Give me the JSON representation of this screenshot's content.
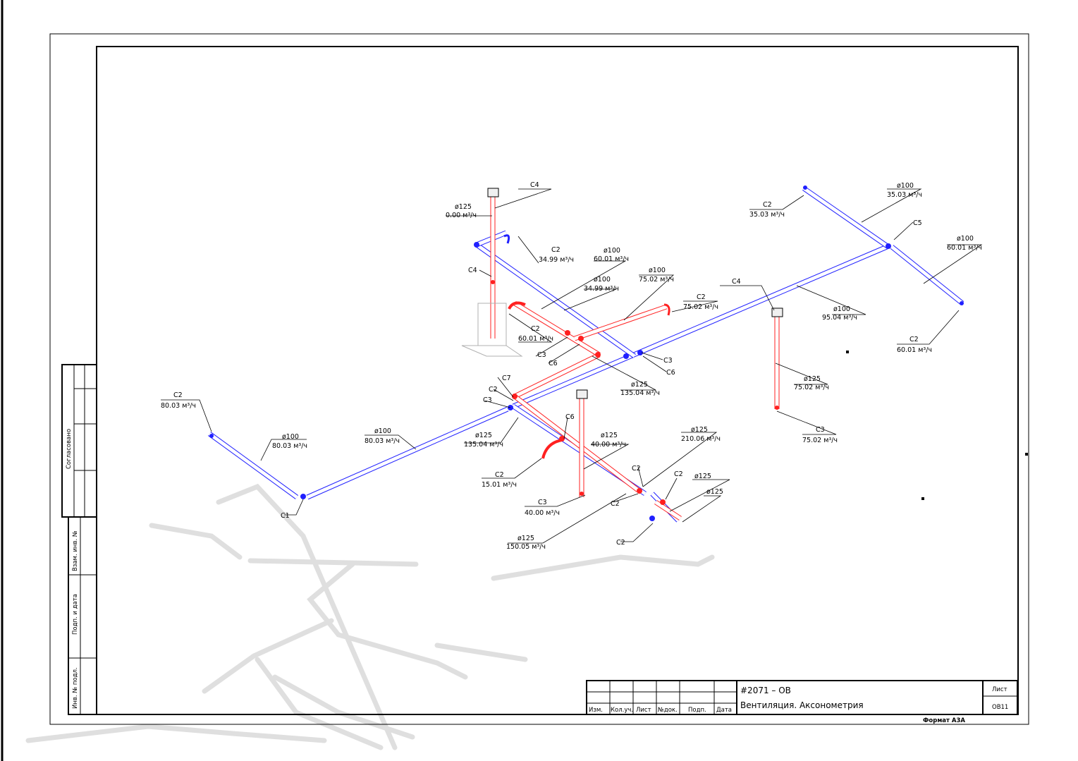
{
  "colors": {
    "supply": "#ff2020",
    "exhaust": "#2020ff",
    "frame": "#000000",
    "shadow": "#d9d9d9"
  },
  "side_stamp": {
    "agreed": "Согласовано",
    "replaced_inv": "Взам. инв. №",
    "sign_date": "Подп. и дата",
    "inv_orig": "Инв. № подл."
  },
  "title_block": {
    "headers": [
      "Изм.",
      "Кол.уч.",
      "Лист",
      "№док.",
      "Подп.",
      "Дата"
    ],
    "project_code": "#2071 – ОВ",
    "drawing_title": "Вентиляция. Аксонометрия",
    "sheet_label": "Лист",
    "sheet_number": "ОВ11",
    "format": "Формат А3А"
  },
  "diffuser_labels": [
    {
      "id": "lbl-c2-80",
      "name": "С2",
      "value": "80.03 м³/ч"
    },
    {
      "id": "lbl-c2-35-top",
      "name": "С2",
      "value": "35.03 м³/ч"
    },
    {
      "id": "lbl-c2-60-right",
      "name": "С2",
      "value": "60.01 м³/ч"
    },
    {
      "id": "lbl-c2-3499",
      "name": "С2",
      "value": "34.99 м³/ч"
    },
    {
      "id": "lbl-c2-6001",
      "name": "С2",
      "value": "60.01 м³/ч"
    },
    {
      "id": "lbl-c2-7502",
      "name": "С2",
      "value": "75.02 м³/ч"
    },
    {
      "id": "lbl-c2-1501",
      "name": "С2",
      "value": "15.01 м³/ч"
    },
    {
      "id": "lbl-c3-4000",
      "name": "С3",
      "value": "40.00 м³/ч"
    },
    {
      "id": "lbl-c3-7502",
      "name": "С3",
      "value": "75.02 м³/ч"
    }
  ],
  "duct_labels": [
    {
      "id": "duct-125-0",
      "size": "ø125",
      "value": "0.00 м³/ч"
    },
    {
      "id": "duct-100-6001",
      "size": "ø100",
      "value": "60.01 м³/ч"
    },
    {
      "id": "duct-100-3499",
      "size": "ø100",
      "value": "34.99 м³/ч"
    },
    {
      "id": "duct-100-7502",
      "size": "ø100",
      "value": "75.02 м³/ч"
    },
    {
      "id": "duct-100-3503",
      "size": "ø100",
      "value": "35.03 м³/ч"
    },
    {
      "id": "duct-100-6001-right",
      "size": "ø100",
      "value": "60.01 м³/ч"
    },
    {
      "id": "duct-100-9504",
      "size": "ø100",
      "value": "95.04 м³/ч"
    },
    {
      "id": "duct-125-13504-a",
      "size": "ø125",
      "value": "135.04 м³/ч"
    },
    {
      "id": "duct-125-13504-b",
      "size": "ø125",
      "value": "135.04 м³/ч"
    },
    {
      "id": "duct-100-8003-a",
      "size": "ø100",
      "value": "80.03 м³/ч"
    },
    {
      "id": "duct-100-8003-b",
      "size": "ø100",
      "value": "80.03 м³/ч"
    },
    {
      "id": "duct-125-4000",
      "size": "ø125",
      "value": "40.00 м³/ч"
    },
    {
      "id": "duct-125-21006",
      "size": "ø125",
      "value": "210.06 м³/ч"
    },
    {
      "id": "duct-125-7502",
      "size": "ø125",
      "value": "75.02 м³/ч"
    },
    {
      "id": "duct-125-15005",
      "size": "ø125",
      "value": "150.05 м³/ч"
    },
    {
      "id": "duct-125-a",
      "size": "ø125",
      "value": ""
    },
    {
      "id": "duct-125-b",
      "size": "ø125",
      "value": ""
    }
  ],
  "tags": [
    {
      "id": "tag-c4-top",
      "text": "С4"
    },
    {
      "id": "tag-c4-left",
      "text": "С4"
    },
    {
      "id": "tag-c4-right",
      "text": "С4"
    },
    {
      "id": "tag-c5",
      "text": "С5"
    },
    {
      "id": "tag-c3-mid",
      "text": "С3"
    },
    {
      "id": "tag-c6-mid",
      "text": "С6"
    },
    {
      "id": "tag-c3-right",
      "text": "С3"
    },
    {
      "id": "tag-c6-right",
      "text": "С6"
    },
    {
      "id": "tag-c7",
      "text": "С7"
    },
    {
      "id": "tag-c2-a",
      "text": "С2"
    },
    {
      "id": "tag-c3-a",
      "text": "С3"
    },
    {
      "id": "tag-c6-low",
      "text": "С6"
    },
    {
      "id": "tag-c1",
      "text": "С1"
    },
    {
      "id": "tag-c2-b",
      "text": "С2"
    },
    {
      "id": "tag-c2-c",
      "text": "С2"
    },
    {
      "id": "tag-c2-d",
      "text": "С2"
    },
    {
      "id": "tag-c2-e",
      "text": "С2"
    }
  ]
}
